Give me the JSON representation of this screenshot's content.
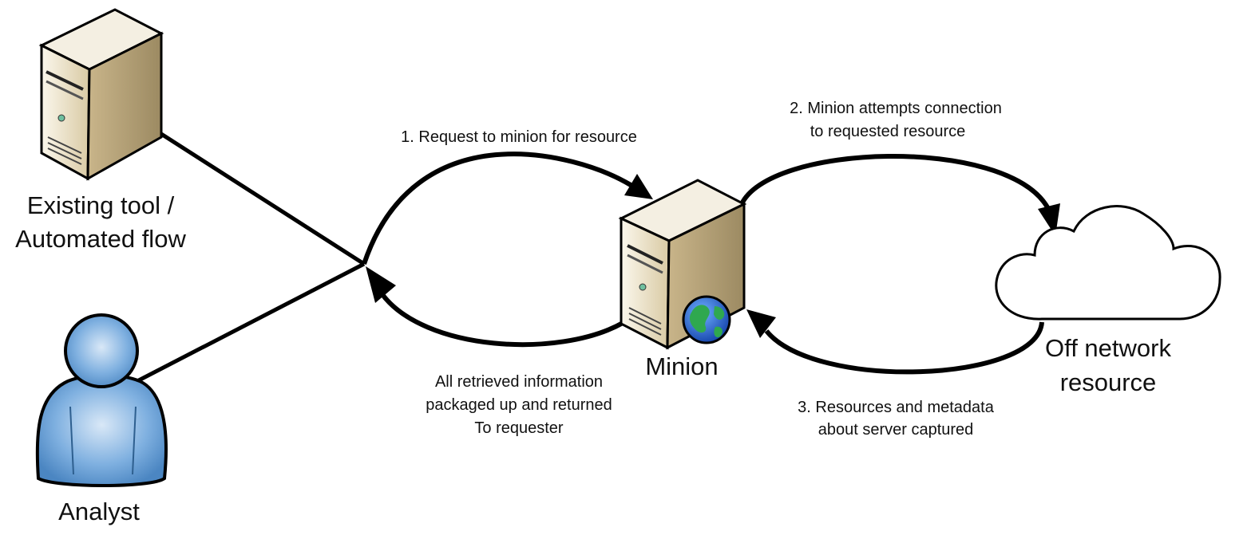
{
  "nodes": {
    "existing_tool": {
      "line1": "Existing tool /",
      "line2": "Automated flow"
    },
    "analyst": {
      "label": "Analyst"
    },
    "minion": {
      "label": "Minion"
    },
    "off_network": {
      "line1": "Off network",
      "line2": "resource"
    }
  },
  "edges": {
    "request": {
      "line1": "1. Request to minion for resource"
    },
    "attempt": {
      "line1": "2. Minion attempts connection",
      "line2": "to requested resource"
    },
    "capture": {
      "line1": "3. Resources and metadata",
      "line2": "about server captured"
    },
    "returned": {
      "line1": "All retrieved information",
      "line2": "packaged up and returned",
      "line3": "To requester"
    }
  },
  "icons": {
    "server": "server-tower-icon",
    "person": "user-icon",
    "globe": "globe-icon",
    "cloud": "cloud-icon"
  },
  "colors": {
    "server_face": "#e8dcc0",
    "server_side": "#b8a57a",
    "person_blue": "#5b9bd5",
    "globe_blue": "#1f5fbf",
    "globe_green": "#2fa84f",
    "line": "#000000"
  }
}
